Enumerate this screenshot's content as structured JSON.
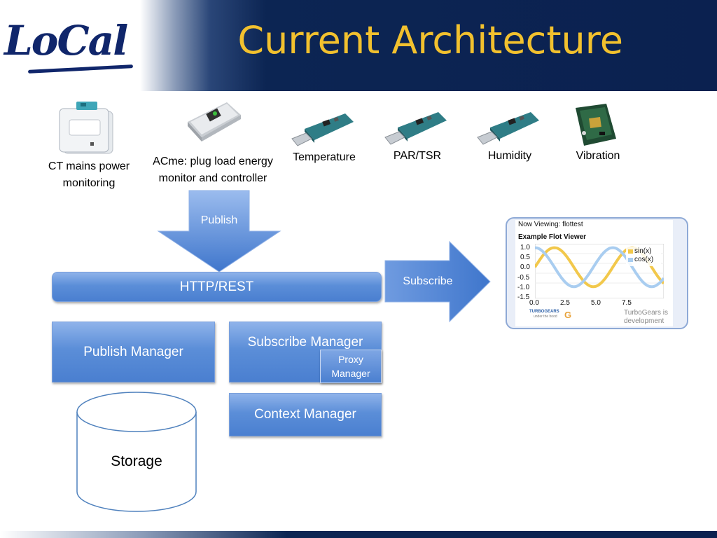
{
  "logo": "LoCal",
  "title": "Current Architecture",
  "devices": {
    "ct": "CT mains power monitoring",
    "acme": "ACme: plug load energy monitor and controller",
    "temperature": "Temperature",
    "par": "PAR/TSR",
    "humidity": "Humidity",
    "vibration": "Vibration"
  },
  "arrows": {
    "publish": "Publish",
    "subscribe": "Subscribe"
  },
  "boxes": {
    "http": "HTTP/REST",
    "publish_manager": "Publish Manager",
    "subscribe_manager": "Subscribe Manager",
    "proxy_manager_1": "Proxy",
    "proxy_manager_2": "Manager",
    "context_manager": "Context Manager",
    "storage": "Storage"
  },
  "viewer": {
    "now_viewing": "Now Viewing: flottest",
    "heading": "Example Flot Viewer",
    "series": [
      "sin(x)",
      "cos(x)"
    ],
    "y_ticks": [
      "1.0",
      "0.5",
      "0.0",
      "-0.5",
      "-1.0",
      "-1.5"
    ],
    "x_ticks": [
      "0.0",
      "2.5",
      "5.0",
      "7.5"
    ],
    "brand": "TURBOGEARS",
    "brand_tag": "under the hood",
    "brand_logo": "G",
    "footer_1": "TurboGears is",
    "footer_2": "development",
    "colors": {
      "sin": "#f2c84b",
      "cos": "#a9cdf0"
    }
  }
}
